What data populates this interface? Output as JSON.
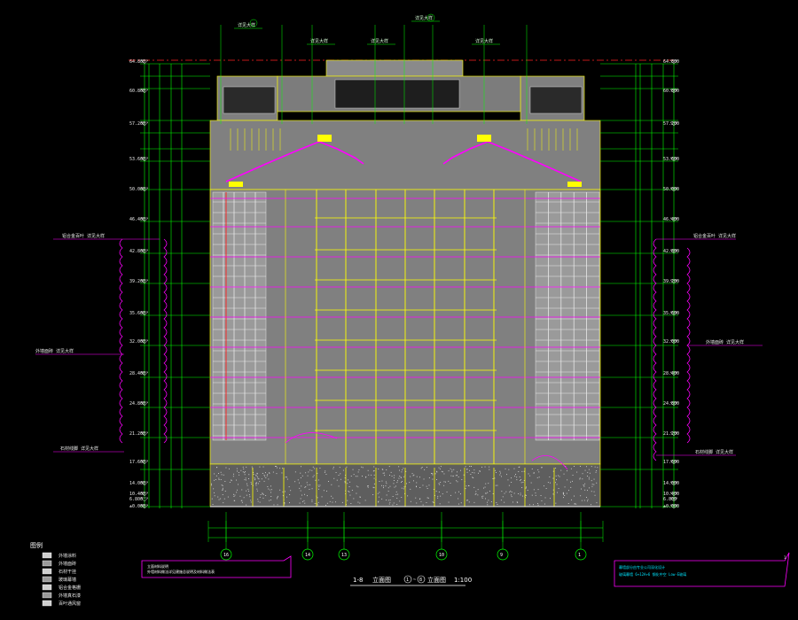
{
  "drawing": {
    "title": "1-8",
    "subtitle_left": "立面图",
    "subtitle_right": "1:100",
    "title_axis_from": "1",
    "title_axis_to": "8"
  },
  "axes": {
    "labels": [
      "16",
      "14",
      "13",
      "10",
      "9",
      "1"
    ]
  },
  "legend": {
    "heading": "图例",
    "items": [
      "外墙涂料",
      "外墙面砖",
      "石材干挂",
      "玻璃幕墙",
      "铝合金格栅",
      "外墙真石漆",
      "百叶通风窗"
    ]
  },
  "levels": {
    "left": [
      "64.800",
      "60.800",
      "57.200",
      "53.600",
      "50.000",
      "46.400",
      "42.800",
      "39.200",
      "35.600",
      "32.000",
      "28.400",
      "24.800",
      "21.200",
      "17.600",
      "14.000",
      "10.400",
      "6.800",
      "±0.000"
    ],
    "right": [
      "64.800",
      "60.800",
      "57.200",
      "53.600",
      "50.000",
      "46.400",
      "42.800",
      "39.200",
      "35.600",
      "32.000",
      "28.400",
      "24.800",
      "21.200",
      "17.600",
      "14.000",
      "10.400",
      "6.800",
      "±0.000"
    ]
  },
  "callouts": {
    "top": [
      "详见大样",
      "详见大样",
      "详见大样",
      "详见大样",
      "详见大样"
    ],
    "left": [
      "铝合金百叶 详见大样",
      "外墙面砖 详见大样",
      "石材线脚 详见大样"
    ],
    "right": [
      "铝合金百叶 详见大样",
      "外墙面砖 详见大样",
      "石材线脚 详见大样"
    ]
  },
  "notes": {
    "left_box": [
      "立面材料说明",
      "外墙材料做法详见建施总说明及材料做法表"
    ],
    "right_box": [
      "幕墙部分由专业公司深化设计",
      "玻璃幕墙 6+12A+6 钢化中空 Low-E玻璃"
    ]
  },
  "colors": {
    "wall": "#7f7f7f",
    "green": "#00ff00",
    "magenta": "#ff00ff",
    "yellow": "#ffff00",
    "red": "#ff2020",
    "cyan": "#00e5ff",
    "white": "#ffffff"
  }
}
